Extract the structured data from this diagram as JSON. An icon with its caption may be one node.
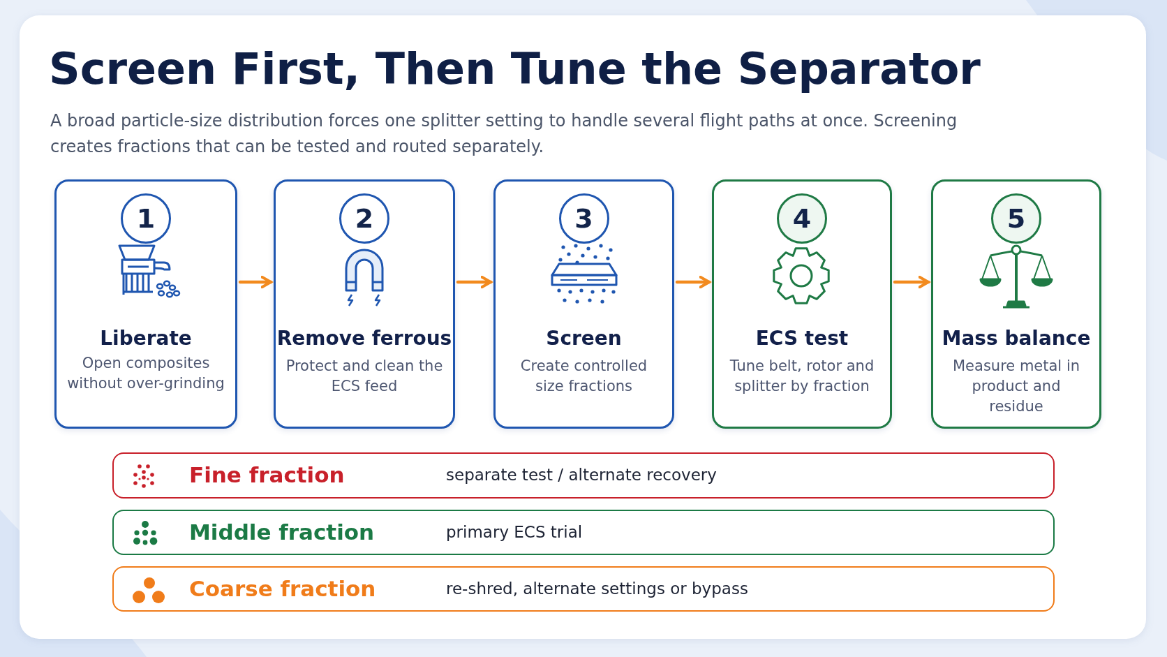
{
  "diagram": {
    "title": "Screen First, Then Tune the Separator",
    "caption": "A broad particle-size distribution forces one splitter setting to handle several flight paths at once. Screening creates fractions that can be tested and routed separately.",
    "nodes": [
      {
        "text": [
          "Liberate",
          "Open composites without over-grinding"
        ]
      },
      {
        "text": [
          "1"
        ],
        "in": 0
      },
      {
        "text": [
          "Remove ferrous",
          "Protect and clean the ECS feed"
        ]
      },
      {
        "text": [
          "2"
        ],
        "in": 2
      },
      {
        "text": [
          "Screen",
          "Create controlled size fractions"
        ]
      },
      {
        "text": [
          "3"
        ],
        "in": 4
      },
      {
        "text": [
          "ECS test",
          "Tune belt, rotor and splitter by fraction"
        ]
      },
      {
        "text": [
          "4"
        ],
        "in": 6
      },
      {
        "text": [
          "Mass balance",
          "Measure metal in product and residue"
        ]
      },
      {
        "text": [
          "5"
        ],
        "in": 8
      },
      {
        "text": [
          "Fine fraction",
          "separate test / alternate recovery"
        ]
      },
      {
        "text": [
          "Middle fraction",
          "primary ECS trial"
        ]
      },
      {
        "text": [
          "Coarse fraction",
          "re-shred, alternate settings or bypass"
        ]
      }
    ],
    "edges": [
      {
        "from": 0,
        "to": 2,
        "arrow": "to"
      },
      {
        "from": 2,
        "to": 4,
        "arrow": "to"
      },
      {
        "from": 4,
        "to": 6,
        "arrow": "to"
      },
      {
        "from": 6,
        "to": 8,
        "arrow": "to"
      }
    ]
  }
}
